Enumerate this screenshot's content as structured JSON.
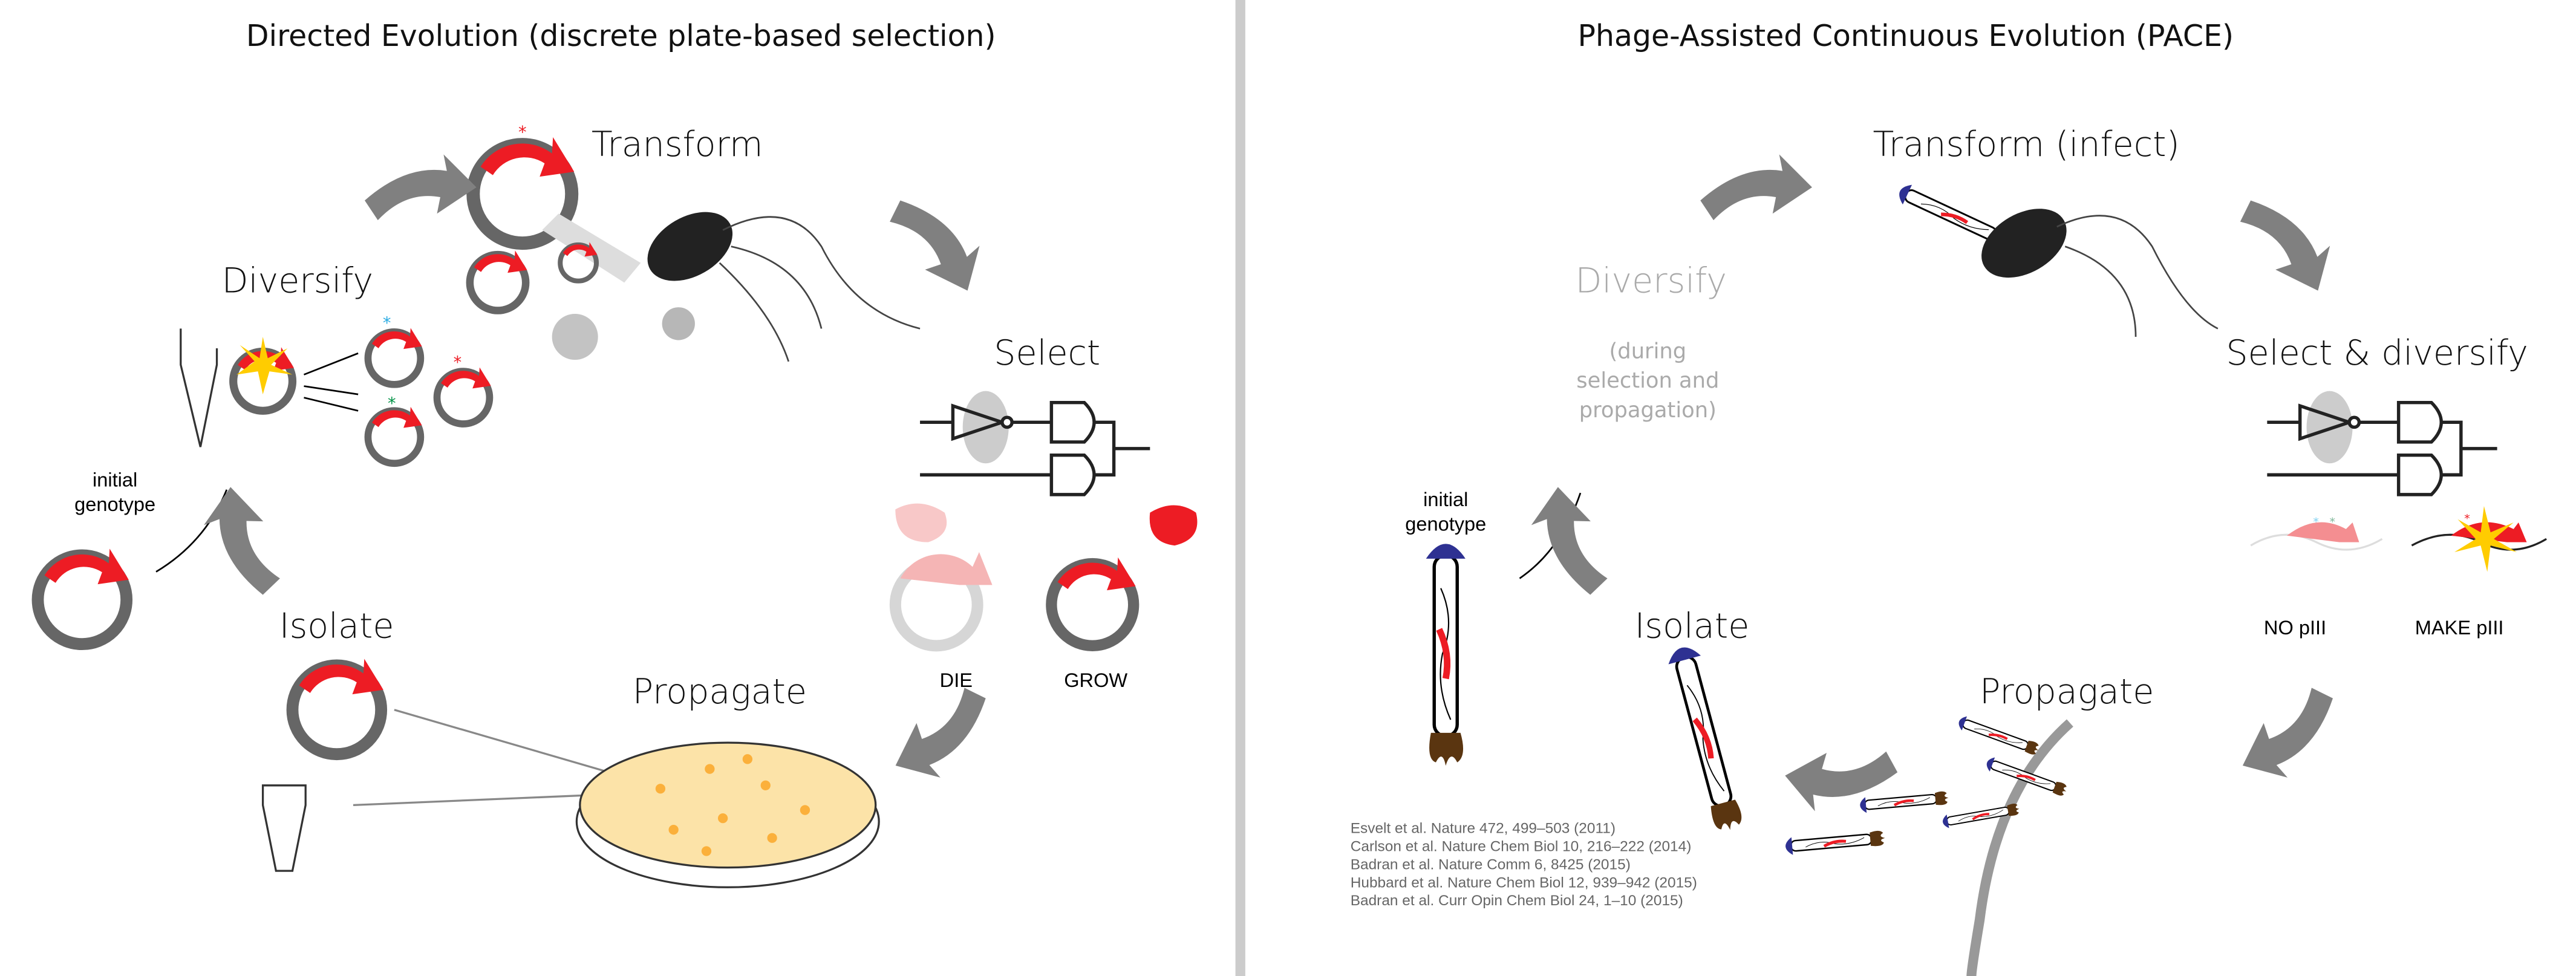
{
  "left": {
    "title": "Directed Evolution (discrete plate-based selection)",
    "steps": {
      "transform": "Transform",
      "diversify": "Diversify",
      "select": "Select",
      "isolate": "Isolate",
      "propagate": "Propagate"
    },
    "initial_genotype": [
      "initial",
      "genotype"
    ],
    "outcomes": {
      "die": "DIE",
      "grow": "GROW"
    }
  },
  "right": {
    "title": "Phage-Assisted Continuous Evolution (PACE)",
    "steps": {
      "transform": "Transform (infect)",
      "diversify": "Diversify",
      "diversify_note": [
        "(during",
        "selection and",
        "propagation)"
      ],
      "select": "Select & diversify",
      "isolate": "Isolate",
      "propagate": "Propagate"
    },
    "initial_genotype": [
      "initial",
      "genotype"
    ],
    "outcomes": {
      "no": "NO pIII",
      "make": "MAKE pIII"
    },
    "references": [
      "Esvelt et al. Nature 472, 499–503 (2011)",
      "Carlson et al. Nature Chem Biol 10, 216–222 (2014)",
      "Badran et al. Nature Comm 6, 8425 (2015)",
      "Hubbard et al. Nature Chem Biol 12, 939–942 (2015)",
      "Badran et al. Curr Opin Chem Biol 24, 1–10 (2015)"
    ]
  },
  "colors": {
    "red": "#ed1c24",
    "ring": "#666666",
    "arrow": "#808080",
    "plate": "#fce3a8",
    "phage_head": "#2e3192",
    "phage_tail": "#5a3510",
    "divider": "#cccccc"
  }
}
